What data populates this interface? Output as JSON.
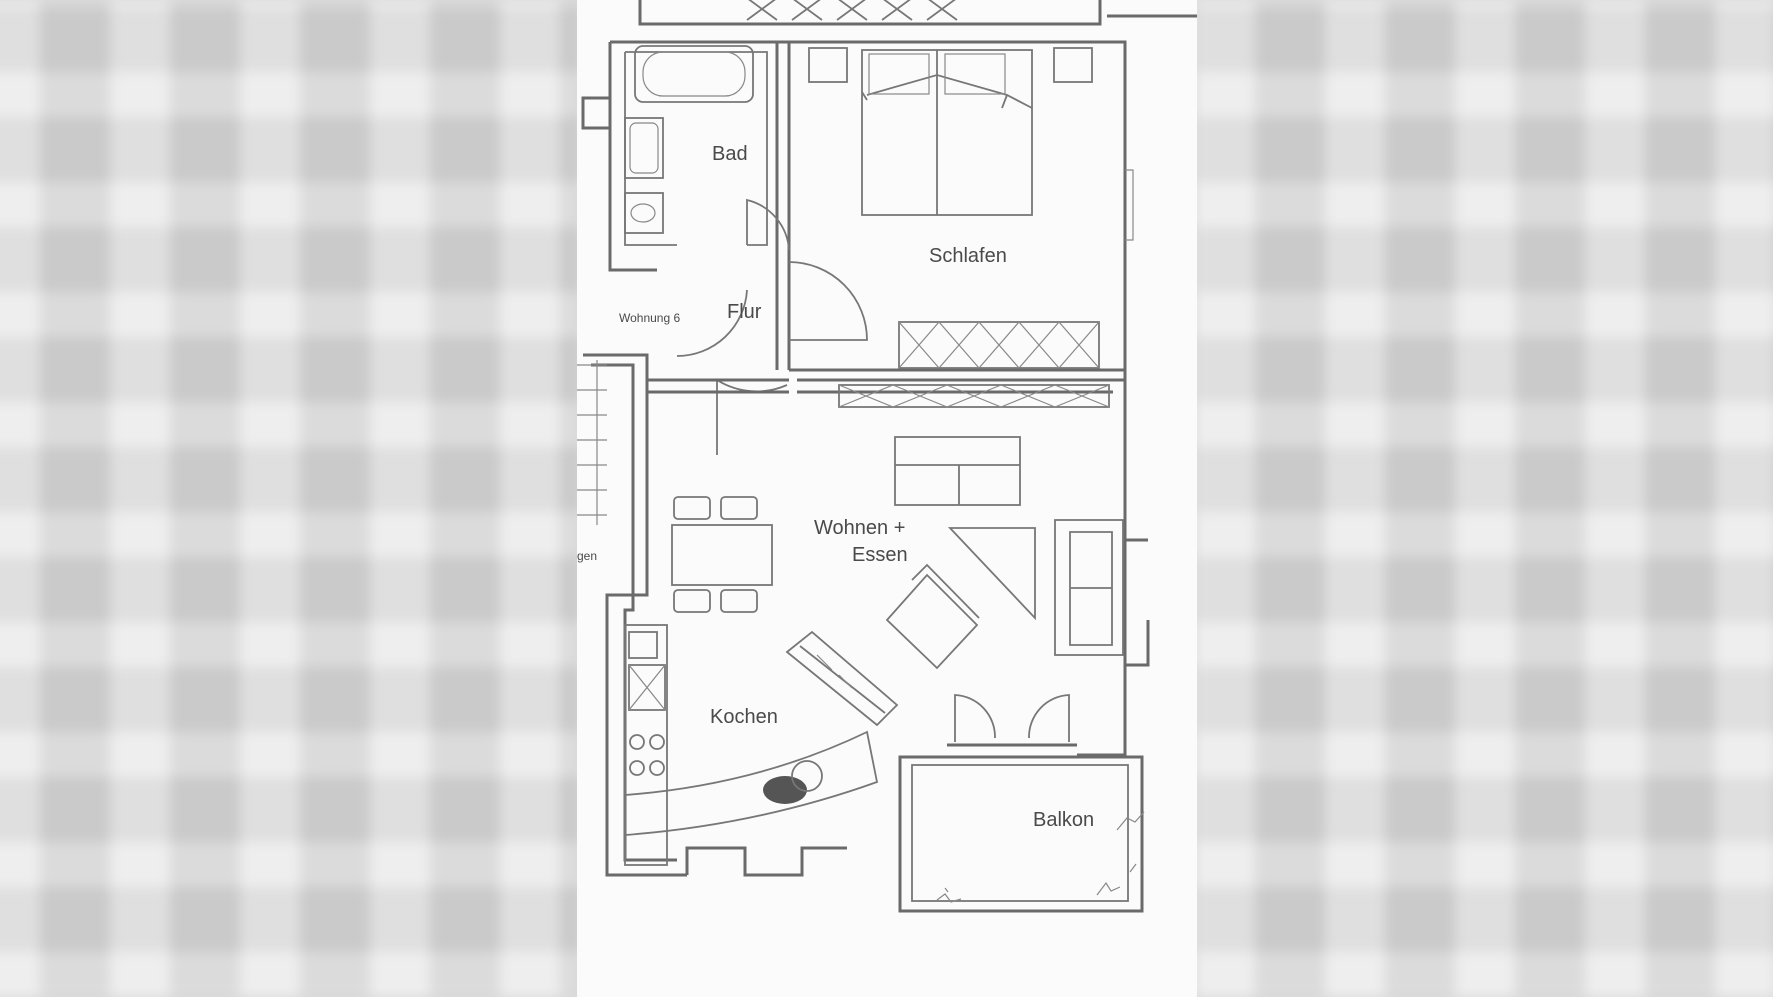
{
  "plan": {
    "rooms": {
      "bad": "Bad",
      "schlafen": "Schlafen",
      "flur": "Flur",
      "wohnung": "Wohnung 6",
      "wohnen_line1": "Wohnen +",
      "wohnen_line2": "Essen",
      "kochen": "Kochen",
      "balkon": "Balkon",
      "stair_fragment": "gen"
    }
  }
}
